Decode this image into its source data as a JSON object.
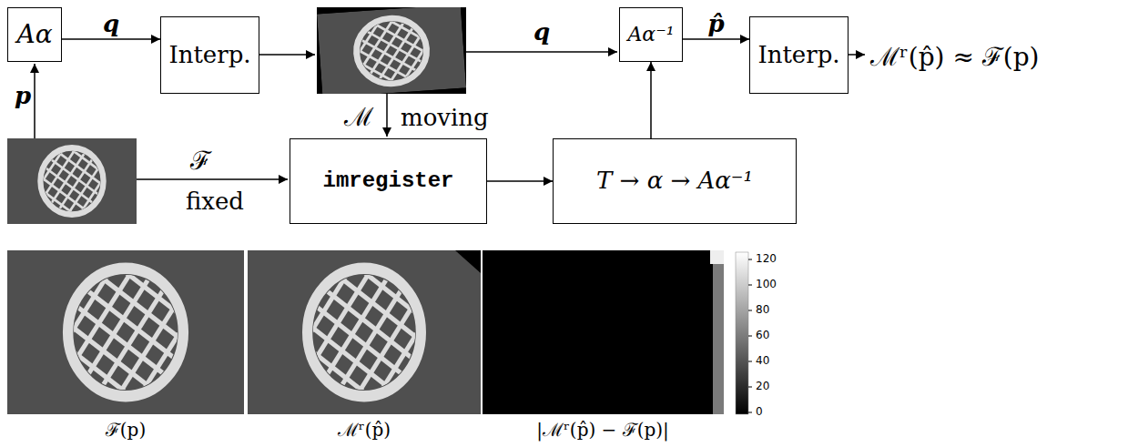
{
  "diagram": {
    "nodes": [
      {
        "text": [
          "Aα"
        ]
      },
      {
        "text": [
          "Interp."
        ]
      },
      {
        "text": [
          "Aα⁻¹"
        ]
      },
      {
        "text": [
          "Interp."
        ]
      },
      {
        "text": [
          "imregister"
        ]
      },
      {
        "text": [
          "T → α → Aα⁻¹"
        ]
      }
    ],
    "edges": [
      {
        "from": 0,
        "to": 1,
        "arrow": "to",
        "label": "q"
      },
      {
        "from": 2,
        "to": 3,
        "arrow": "to",
        "label": "p̂"
      },
      {
        "from": 4,
        "to": 5,
        "arrow": "to"
      },
      {
        "from": 5,
        "to": 2,
        "arrow": "to"
      }
    ],
    "labels": [
      "p",
      "ℱ",
      "fixed",
      "ℳ",
      "moving",
      "q",
      "ℳʳ(p̂) ≈ ℱ(p)",
      "ℱ(p)",
      "ℳʳ(p̂)",
      "|ℳʳ(p̂) − ℱ(p)|",
      "120",
      "100",
      "80",
      "60",
      "40",
      "20",
      "0"
    ]
  }
}
